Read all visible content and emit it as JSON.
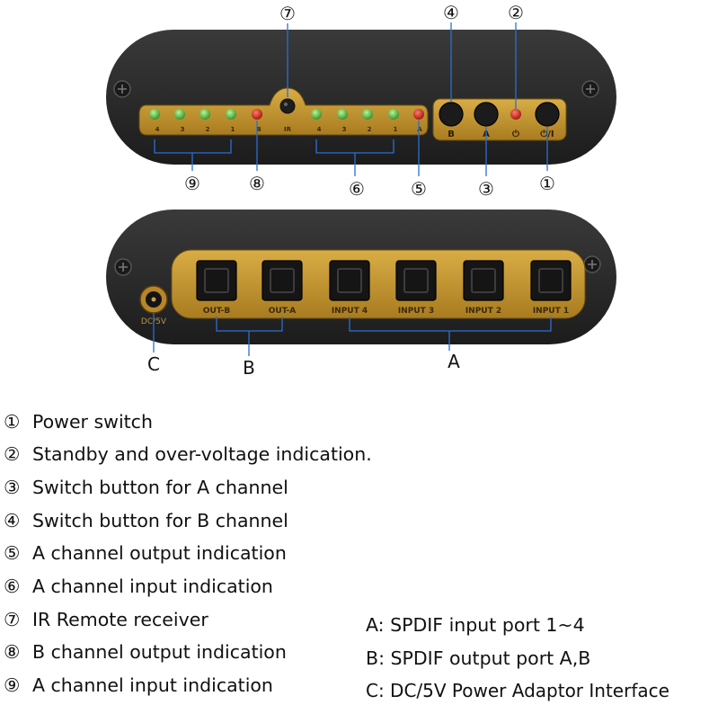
{
  "front_panel": {
    "led_labels": [
      "4",
      "3",
      "2",
      "1",
      "B",
      "IR",
      "4",
      "3",
      "2",
      "1",
      "A"
    ],
    "button_labels": [
      "B",
      "A",
      "⏻",
      "⏻/I"
    ],
    "callouts": {
      "c1": "①",
      "c2": "②",
      "c3": "③",
      "c4": "④",
      "c5": "⑤",
      "c6": "⑥",
      "c7": "⑦",
      "c8": "⑧",
      "c9": "⑨"
    },
    "colors": {
      "led_green": "#4ec23a",
      "led_red": "#d41d12",
      "gold": "#c6962c",
      "body": "#2e2e2e"
    }
  },
  "rear_panel": {
    "dc_label": "DC/5V",
    "port_labels": [
      "OUT-B",
      "OUT-A",
      "INPUT 4",
      "INPUT 3",
      "INPUT 2",
      "INPUT 1"
    ],
    "group_labels": {
      "c": "C",
      "b": "B",
      "a": "A"
    }
  },
  "legend_left": [
    {
      "num": "①",
      "text": "Power switch"
    },
    {
      "num": "②",
      "text": "Standby and over-voltage indication."
    },
    {
      "num": "③",
      "text": "Switch button for A channel"
    },
    {
      "num": "④",
      "text": "Switch button for B channel"
    },
    {
      "num": "⑤",
      "text": "A channel output indication"
    },
    {
      "num": "⑥",
      "text": "A channel input indication"
    },
    {
      "num": "⑦",
      "text": "IR Remote receiver"
    },
    {
      "num": "⑧",
      "text": "B channel output indication"
    },
    {
      "num": "⑨",
      "text": "A channel input indication"
    }
  ],
  "legend_right": [
    {
      "text": "A: SPDIF input port 1~4"
    },
    {
      "text": "B: SPDIF output port A,B"
    },
    {
      "text": "C: DC/5V Power Adaptor Interface"
    }
  ]
}
